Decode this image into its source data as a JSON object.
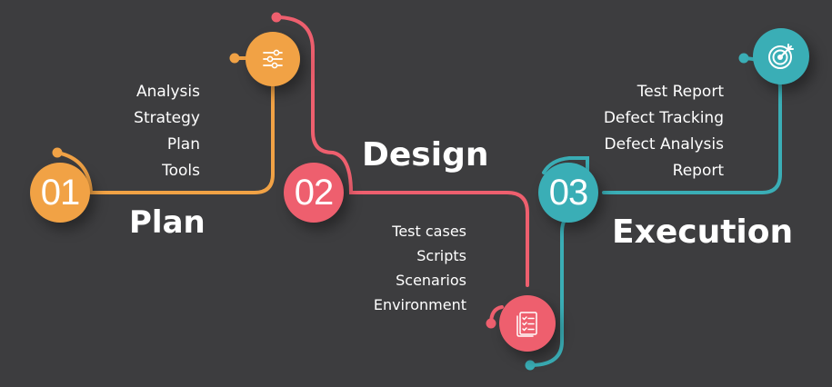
{
  "colors": {
    "background": "#3d3d3f",
    "plan": "#f1a245",
    "design": "#ee5f6e",
    "execution": "#3aaeb6",
    "text": "#ffffff"
  },
  "steps": [
    {
      "number": "01",
      "title": "Plan",
      "items": [
        "Analysis",
        "Strategy",
        "Plan",
        "Tools"
      ],
      "icon": "sliders-icon"
    },
    {
      "number": "02",
      "title": "Design",
      "items": [
        "Test cases",
        "Scripts",
        "Scenarios",
        "Environment"
      ],
      "icon": "checklist-icon"
    },
    {
      "number": "03",
      "title": "Execution",
      "items": [
        "Test Report",
        "Defect Tracking",
        "Defect Analysis",
        "Report"
      ],
      "icon": "target-icon"
    }
  ]
}
